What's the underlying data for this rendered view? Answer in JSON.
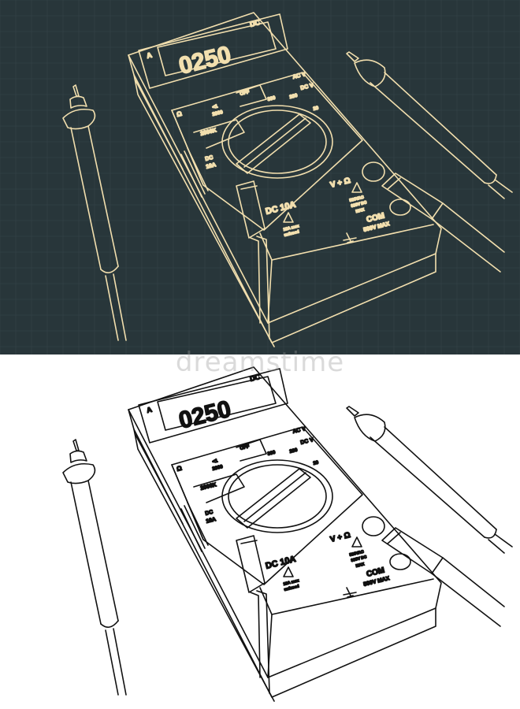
{
  "colors": {
    "blueprint_bg": "#28363a",
    "blueprint_grid": "#34454a",
    "blueprint_line": "#f2dfae",
    "paper_bg": "#ffffff",
    "paper_line": "#111111"
  },
  "meter": {
    "display_value": "0250",
    "unit_left": "A",
    "unit_right": "DC",
    "dial_labels": {
      "ohm": "Ω",
      "lt1": "<1",
      "r2000": "2000",
      "off": "OFF",
      "acv": "AC V",
      "dcv": "DC V",
      "v300": "300",
      "v200": "200",
      "v20": "20",
      "r2000k": "2000K",
      "dc10a_small": "DC",
      "dc10a_small2": "10A"
    },
    "jack_labels": {
      "v_ohm": "V + Ω",
      "dc_10a": "DC 10A",
      "fuse_1": "10A max",
      "fuse_2": "unfused",
      "rating_1": "500VAC",
      "rating_2": "300V DC",
      "rating_3": "MAX",
      "com": "COM",
      "com_max": "500V MAX"
    }
  },
  "watermark": {
    "text": "dreamstime"
  }
}
